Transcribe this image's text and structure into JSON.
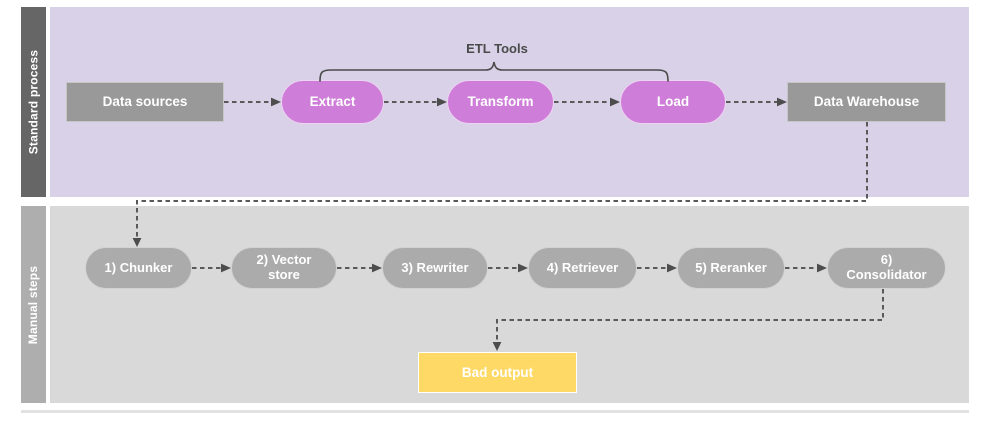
{
  "lanes": [
    {
      "label": "Standard process"
    },
    {
      "label": "Manual steps"
    }
  ],
  "standard_process": {
    "bracket_label": "ETL Tools",
    "nodes": [
      {
        "label": "Data sources"
      },
      {
        "label": "Extract"
      },
      {
        "label": "Transform"
      },
      {
        "label": "Load"
      },
      {
        "label": "Data Warehouse"
      }
    ]
  },
  "manual_steps": {
    "nodes": [
      {
        "label": "1) Chunker"
      },
      {
        "label": "2) Vector store"
      },
      {
        "label": "3) Rewriter"
      },
      {
        "label": "4) Retriever"
      },
      {
        "label": "5) Reranker"
      },
      {
        "label": "6) Consolidator"
      }
    ]
  },
  "bad_output": {
    "label": "Bad output"
  },
  "colors": {
    "standard_lane_bg": "#d8d1e8",
    "manual_lane_bg": "#d9d9d9",
    "standard_lane_bar": "#666666",
    "manual_lane_bar": "#aeaeae",
    "etl_pill_fill": "#ce7ed8",
    "gray_box_fill": "#999999",
    "manual_pill_fill": "#ababab",
    "bad_output_fill": "#ffd966",
    "connector": "#595959",
    "bracket": "#4a4a4a"
  }
}
